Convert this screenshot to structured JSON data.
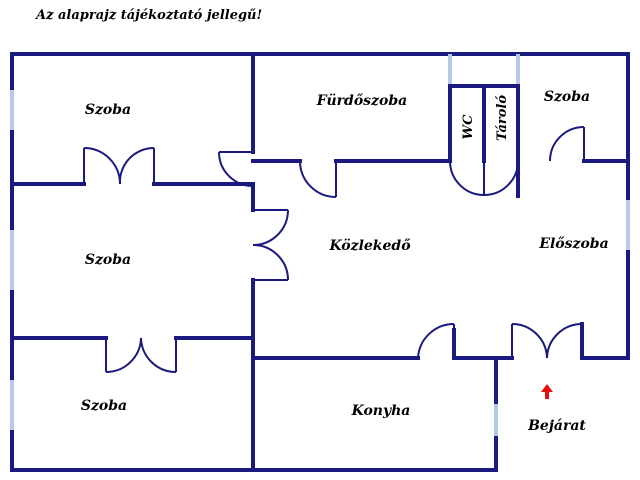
{
  "note": "Az alaprajz tájékoztató jellegű!",
  "rooms": {
    "szoba_top_left": "Szoba",
    "szoba_middle_left": "Szoba",
    "szoba_bottom_left": "Szoba",
    "furdoszoba": "Fürdőszoba",
    "wc": "WC",
    "tarolo": "Tároló",
    "szoba_top_right": "Szoba",
    "kozlekedo": "Közlekedő",
    "eloszoba": "Előszoba",
    "konyha": "Konyha"
  },
  "entrance_label": "Bejárat",
  "colors": {
    "wall": "#1a1a80",
    "window": "#b7cbe8",
    "entrance_arrow": "#e41010"
  }
}
